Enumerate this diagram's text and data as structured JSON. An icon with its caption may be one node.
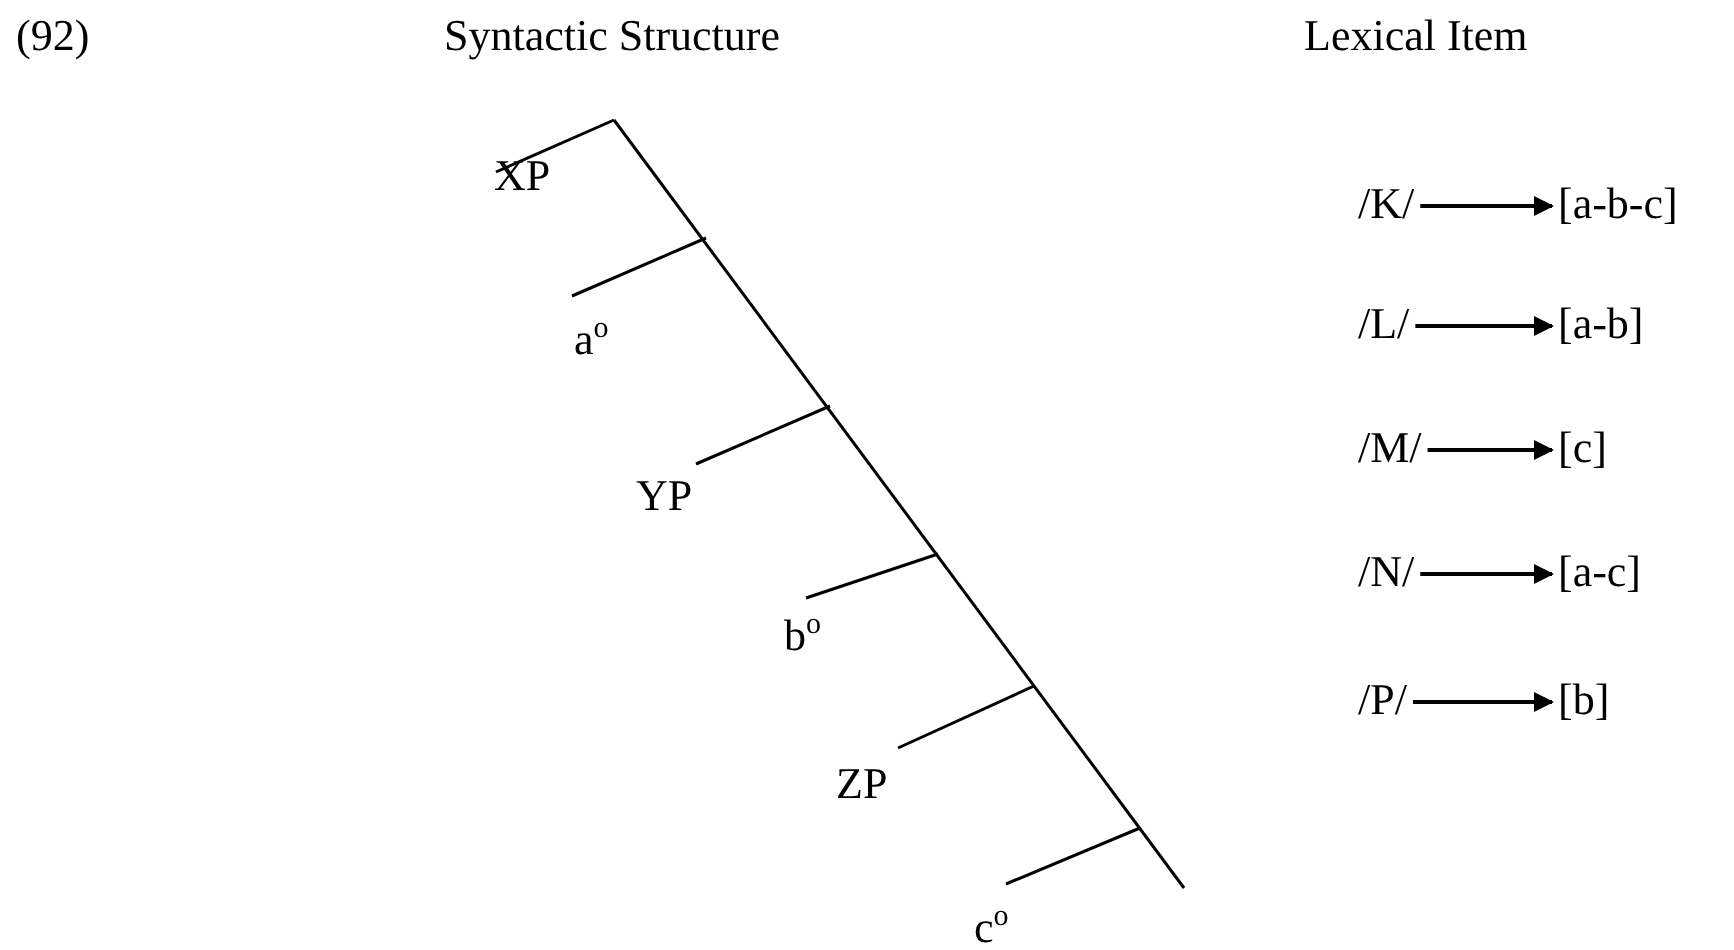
{
  "diagram": {
    "nodes": [
      {
        "text": [
          "/K/"
        ]
      },
      {
        "text": [
          "[a-b-c]"
        ]
      },
      {
        "text": [
          "/L/"
        ]
      },
      {
        "text": [
          "[a-b]"
        ]
      },
      {
        "text": [
          "/M/"
        ]
      },
      {
        "text": [
          "[c]"
        ]
      },
      {
        "text": [
          "/N/"
        ]
      },
      {
        "text": [
          "[a-c]"
        ]
      },
      {
        "text": [
          "/P/"
        ]
      },
      {
        "text": [
          "[b]"
        ]
      }
    ],
    "edges": [
      {
        "from": 0,
        "to": 1,
        "arrow": "to"
      },
      {
        "from": 2,
        "to": 3,
        "arrow": "to"
      },
      {
        "from": 4,
        "to": 5,
        "arrow": "to"
      },
      {
        "from": 6,
        "to": 7,
        "arrow": "to"
      },
      {
        "from": 8,
        "to": 9,
        "arrow": "to"
      }
    ],
    "labels": [
      "(92)",
      "Syntactic Structure",
      "Lexical Item",
      "XP",
      "a$^{o}$",
      "YP",
      "b$^{o}$",
      "ZP",
      "c$^{o}$"
    ]
  }
}
